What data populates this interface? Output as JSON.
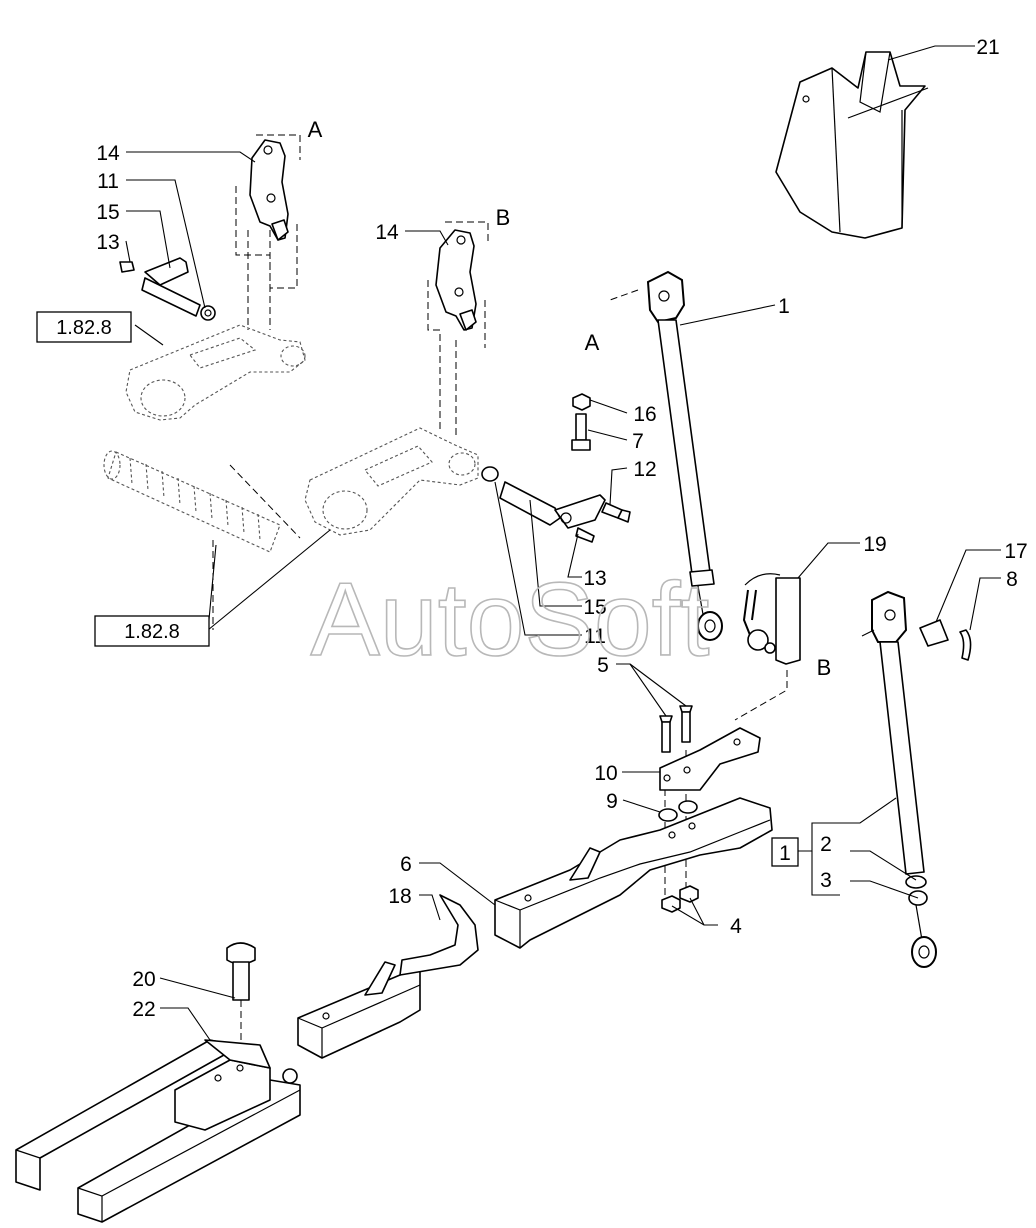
{
  "watermark": "AutoSoft",
  "refs": {
    "ref_1": "1.82.8",
    "ref_2": "1.82.8"
  },
  "letters": {
    "a_top": "A",
    "a_link": "A",
    "b_top": "B",
    "b_link": "B"
  },
  "callouts": {
    "c21": "21",
    "c14a": "14",
    "c11a": "11",
    "c15a": "15",
    "c13a": "13",
    "c14b": "14",
    "c1": "1",
    "c16": "16",
    "c7": "7",
    "c12": "12",
    "c19": "19",
    "c17": "17",
    "c8": "8",
    "c13b": "13",
    "c15b": "15",
    "c11b": "11",
    "c5": "5",
    "c10": "10",
    "c9": "9",
    "c6": "6",
    "c18": "18",
    "c4": "4",
    "c1b": "1",
    "c2": "2",
    "c3": "3",
    "c20": "20",
    "c22": "22"
  }
}
